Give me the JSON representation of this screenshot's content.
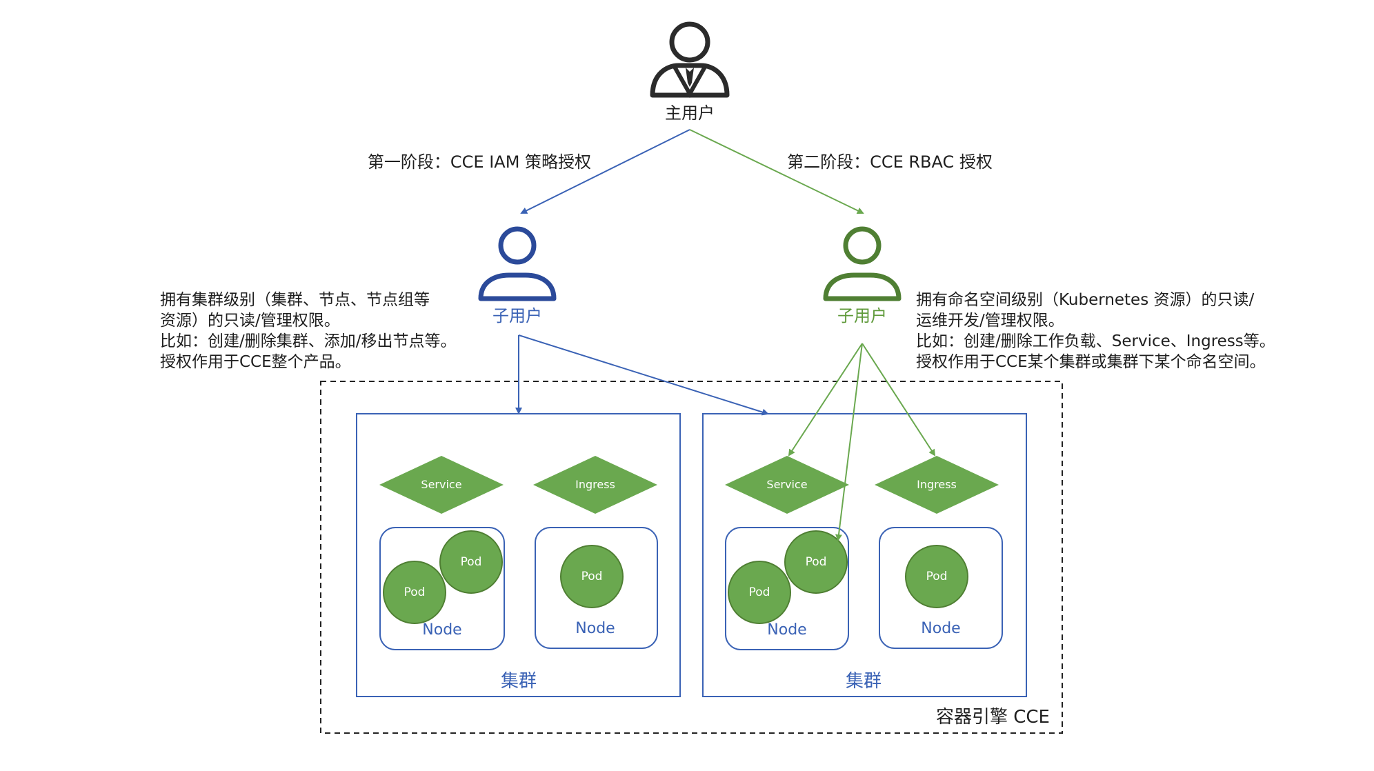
{
  "main_user": {
    "label": "主用户"
  },
  "phase1": {
    "label": "第一阶段：CCE IAM 策略授权"
  },
  "phase2": {
    "label": "第二阶段：CCE RBAC 授权"
  },
  "sub_user_left": {
    "label": "子用户",
    "description": [
      "拥有集群级别（集群、节点、节点组等",
      "资源）的只读/管理权限。",
      "比如：创建/删除集群、添加/移出节点等。",
      "授权作用于CCE整个产品。"
    ]
  },
  "sub_user_right": {
    "label": "子用户",
    "description": [
      "拥有命名空间级别（Kubernetes 资源）的只读/",
      "运维开发/管理权限。",
      "比如：创建/删除工作负载、Service、Ingress等。",
      "授权作用于CCE某个集群或集群下某个命名空间。"
    ]
  },
  "cce": {
    "label": "容器引擎 CCE"
  },
  "clusters": [
    {
      "label": "集群",
      "service_label": "Service",
      "ingress_label": "Ingress",
      "node1": {
        "label": "Node",
        "pods": [
          "Pod",
          "Pod"
        ]
      },
      "node2": {
        "label": "Node",
        "pods": [
          "Pod"
        ]
      }
    },
    {
      "label": "集群",
      "service_label": "Service",
      "ingress_label": "Ingress",
      "node1": {
        "label": "Node",
        "pods": [
          "Pod",
          "Pod"
        ]
      },
      "node2": {
        "label": "Node",
        "pods": [
          "Pod"
        ]
      }
    }
  ],
  "colors": {
    "blue": "#3a62b5",
    "blue_user": "#2b4a9a",
    "green": "#6aa84f",
    "green_fill": "#6aa84f",
    "green_stroke": "#4f7f33",
    "green_text": "#5f9a3a",
    "dark": "#2b2b2b"
  }
}
